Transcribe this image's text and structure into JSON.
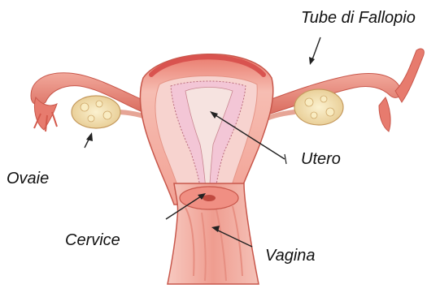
{
  "labels": {
    "tube": "Tube di Fallopio",
    "utero": "Utero",
    "ovaie": "Ovaie",
    "cervice": "Cervice",
    "vagina": "Vagina"
  },
  "colors": {
    "tissue_dark": "#d9534f",
    "tissue_mid": "#ee9b8f",
    "tissue_light": "#f8cfc6",
    "endometrium": "#f3c6d6",
    "ovary": "#f0e2b0",
    "leader_line": "#222222"
  }
}
